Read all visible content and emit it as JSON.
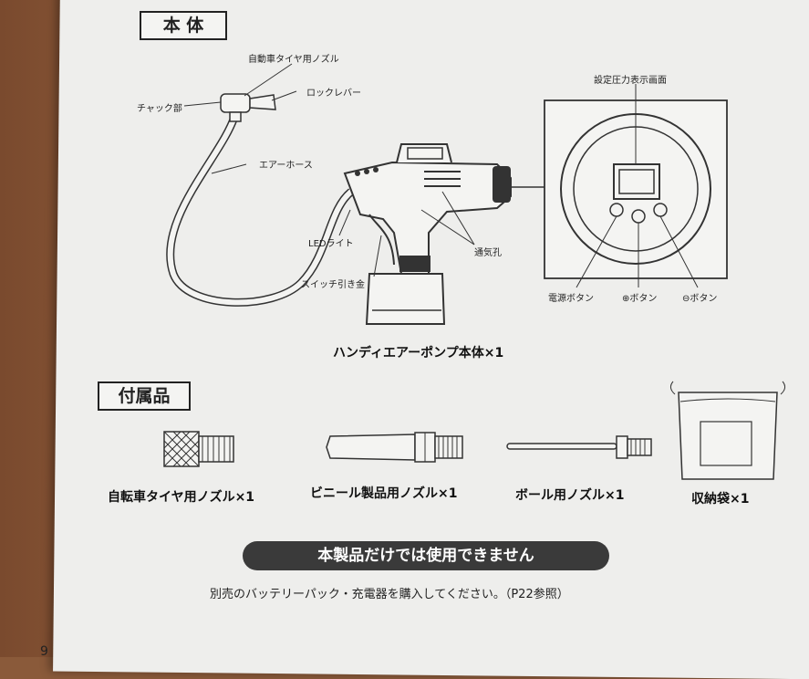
{
  "document": {
    "section_main": "本 体",
    "section_accessories": "付属品",
    "labels": {
      "auto_tire_nozzle": "自動車タイヤ用ノズル",
      "lock_lever": "ロックレバー",
      "chuck": "チャック部",
      "air_hose": "エアーホース",
      "led_light": "LEDライト",
      "switch_trigger": "スイッチ引き金",
      "vent": "通気孔",
      "setting_display": "設定圧力表示画面",
      "power_button": "電源ボタン",
      "plus_button": "⊕ボタン",
      "minus_button": "⊖ボタン"
    },
    "main_caption": "ハンディエアーポンプ本体×1",
    "accessories": [
      {
        "name": "自転車タイヤ用ノズル×1"
      },
      {
        "name": "ビニール製品用ノズル×1"
      },
      {
        "name": "ボール用ノズル×1"
      },
      {
        "name": "収納袋×1"
      }
    ],
    "warning_banner": "本製品だけでは使用できません",
    "note": "別売のバッテリーパック・充電器を購入してください。（P22参照）",
    "page_number": "9"
  }
}
